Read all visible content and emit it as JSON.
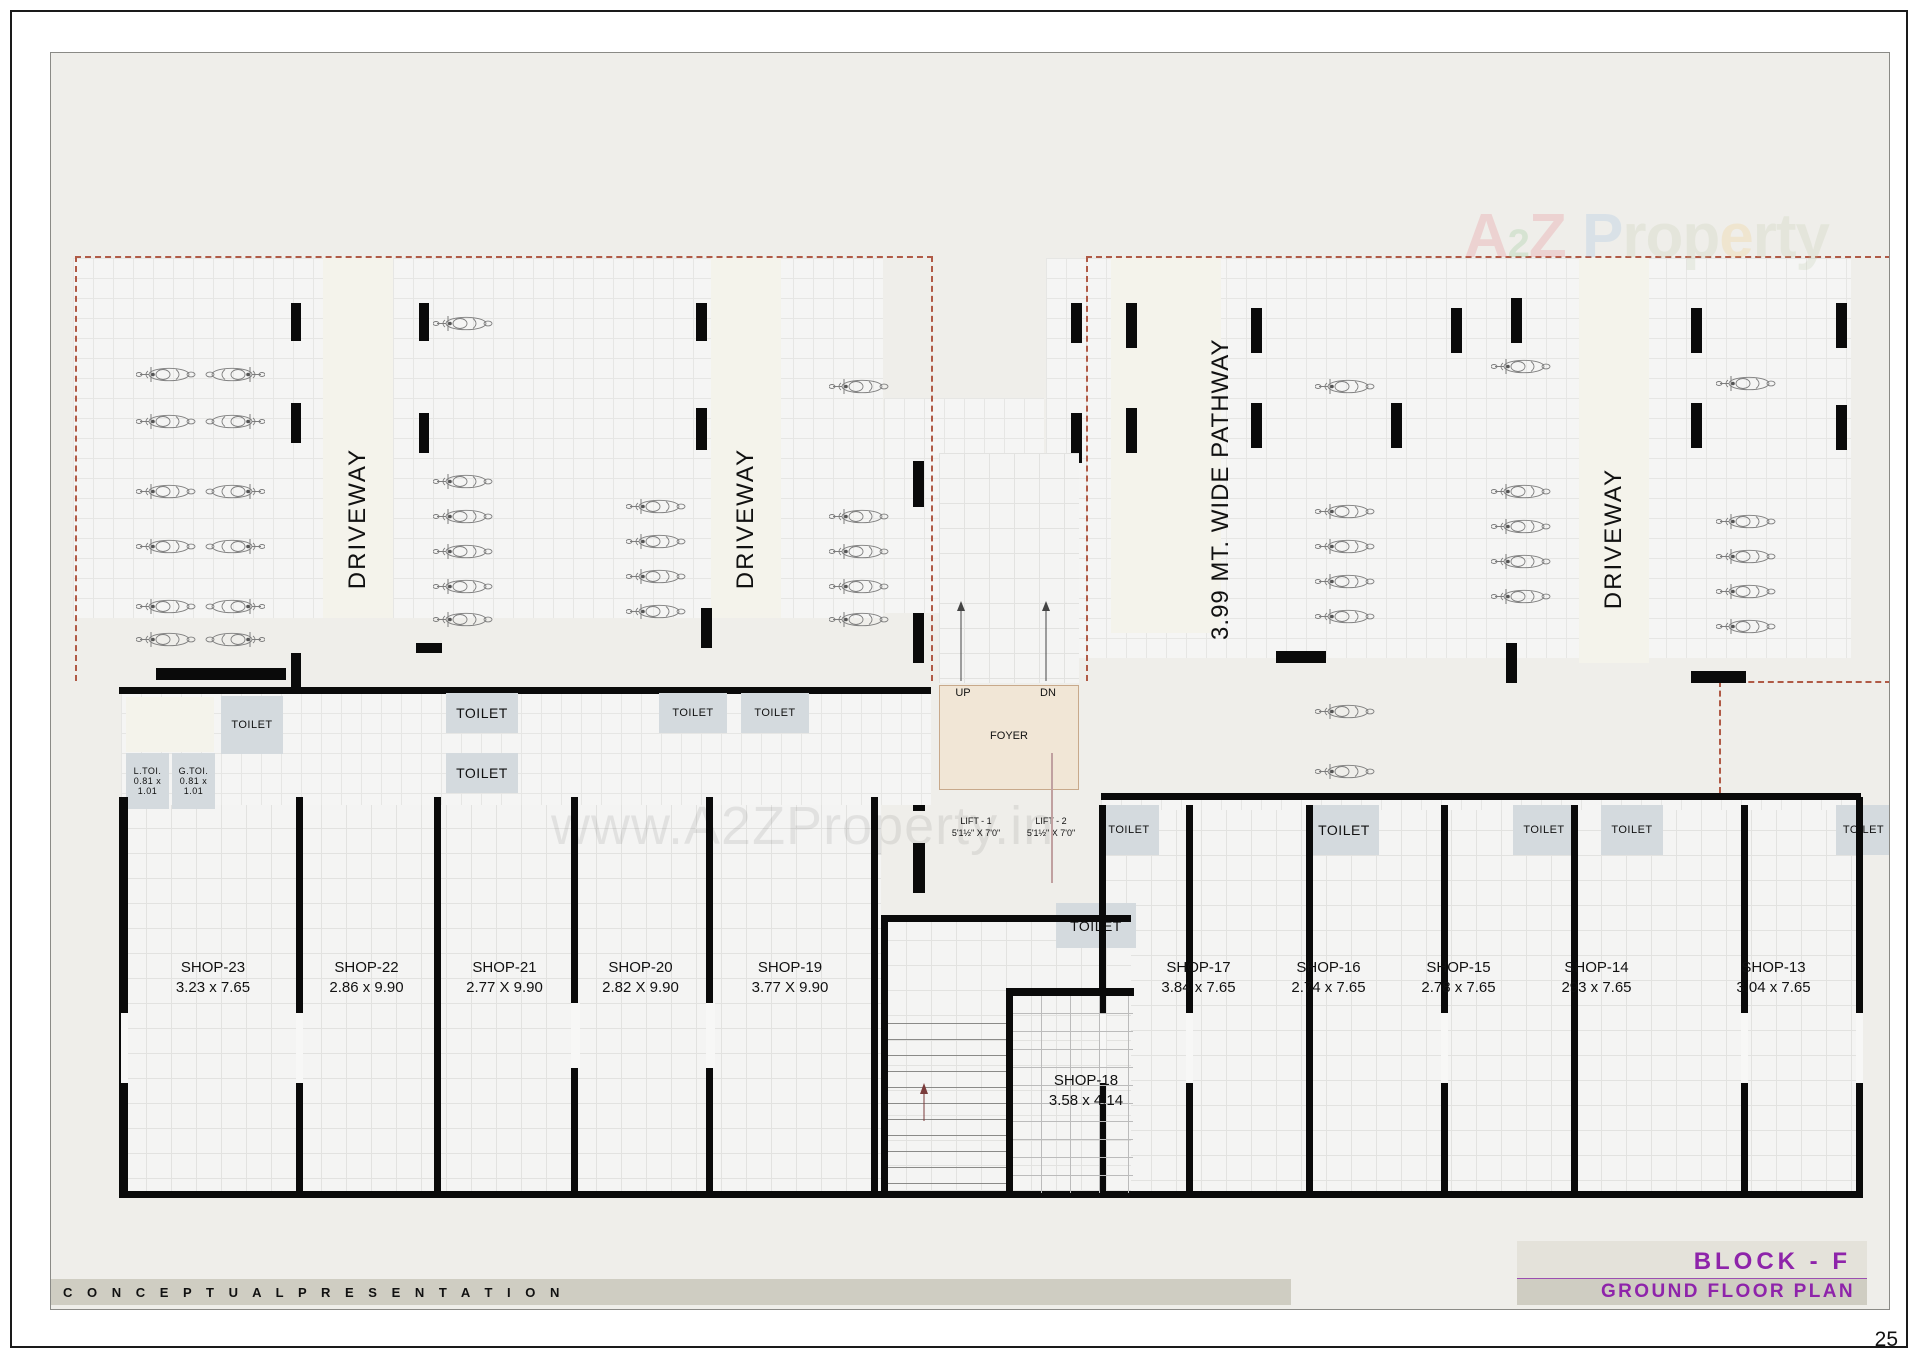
{
  "sheet": {
    "footer_left": "C O N C E P T U A L      P R E S E N T A T I O N",
    "block_label": "BLOCK - F",
    "floor_label": "GROUND FLOOR PLAN",
    "page_number": "25"
  },
  "watermarks": {
    "url": "www.A2ZProperty.in",
    "logo_a": "A",
    "logo_2": "2",
    "logo_z": "Z",
    "logo_p": "P",
    "logo_rop": "rop",
    "logo_e": "e",
    "logo_rty": "rty"
  },
  "areas": {
    "driveway": "DRIVEWAY",
    "pathway": "3.99 MT. WIDE PATHWAY",
    "foyer": "FOYER",
    "up": "UP",
    "dn": "DN",
    "toilet": "TOILET"
  },
  "lifts": [
    {
      "name": "LIFT - 1",
      "size": "5'1½\" X 7'0\""
    },
    {
      "name": "LIFT - 2",
      "size": "5'1½\" X 7'0\""
    }
  ],
  "small_toilets": [
    {
      "name": "L.TOI.",
      "size": "0.81 x\n1.01"
    },
    {
      "name": "G.TOI.",
      "size": "0.81 x\n1.01"
    }
  ],
  "shops": [
    {
      "name": "SHOP-23",
      "size": "3.23 x 7.65"
    },
    {
      "name": "SHOP-22",
      "size": "2.86 x 9.90"
    },
    {
      "name": "SHOP-21",
      "size": "2.77 X 9.90"
    },
    {
      "name": "SHOP-20",
      "size": "2.82 X 9.90"
    },
    {
      "name": "SHOP-19",
      "size": "3.77 X 9.90"
    },
    {
      "name": "SHOP-18",
      "size": "3.58 x 4.14"
    },
    {
      "name": "SHOP-17",
      "size": "3.84 x 7.65"
    },
    {
      "name": "SHOP-16",
      "size": "2.74 x 7.65"
    },
    {
      "name": "SHOP-15",
      "size": "2.78 x 7.65"
    },
    {
      "name": "SHOP-14",
      "size": "293 x 7.65"
    },
    {
      "name": "SHOP-13",
      "size": "3.04 x 7.65"
    }
  ],
  "colors": {
    "paper": "#efeeea",
    "wall": "#0a0a0a",
    "toilet_fill": "#d4dade",
    "foyer_fill": "#f1e6d6",
    "accent_purple": "#8e24aa",
    "setback_dashed": "#b05a46"
  }
}
